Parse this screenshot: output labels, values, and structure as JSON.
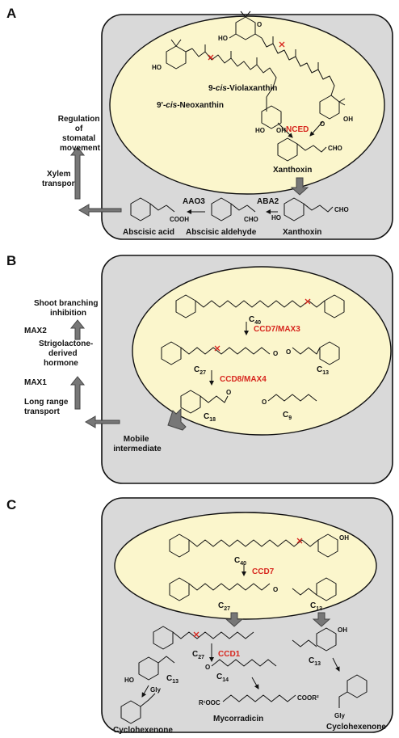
{
  "panel_a": {
    "letter": "A",
    "neoxanthin": "9'-cis-Neoxanthin",
    "neoxanthin_parts": [
      "9'-",
      "cis",
      "-Neoxanthin"
    ],
    "violaxanthin_parts": [
      "9-",
      "cis",
      "-Violaxanthin"
    ],
    "enzyme_nced": "NCED",
    "xanthoxin_in": "Xanthoxin",
    "xanthoxin_out": "Xanthoxin",
    "aba2": "ABA2",
    "aao3": "AAO3",
    "abscisic_aldehyde": "Abscisic aldehyde",
    "abscisic_acid": "Abscisic acid",
    "xylem_transport": [
      "Xylem",
      "transport"
    ],
    "regulation": [
      "Regulation",
      "of",
      "stomatal",
      "movement"
    ],
    "cho_1": "CHO",
    "cho_2": "CHO",
    "cho_3": "CHO",
    "cooh": "COOH",
    "oh_1": "OH",
    "oh_2": "OH",
    "ho_1": "HO",
    "ho_2": "HO",
    "ho_3": "HO",
    "o_1": "O",
    "o_2": "O"
  },
  "panel_b": {
    "letter": "B",
    "c40": "40",
    "c27": "27",
    "c13": "13",
    "c18": "18",
    "c9": "9",
    "c_prefix": "C",
    "ccd7_max3": "CCD7/MAX3",
    "ccd8_max4": "CCD8/MAX4",
    "mobile_intermediate": [
      "Mobile",
      "intermediate"
    ],
    "long_range": [
      "Long range",
      "transport"
    ],
    "max1": "MAX1",
    "strigolactone": [
      "Strigolactone-",
      "derived",
      "hormone"
    ],
    "max2": "MAX2",
    "shoot_branching": [
      "Shoot branching",
      "inhibition"
    ],
    "o_1": "O",
    "o_2": "O",
    "o_3": "O",
    "o_4": "O"
  },
  "panel_c": {
    "letter": "C",
    "c40": "40",
    "c27_in": "27",
    "c13_in": "13",
    "c27_out": "27",
    "c13_out": "13",
    "c14": "14",
    "c13_left": "13",
    "ccd7": "CCD7",
    "ccd1": "CCD1",
    "cyclohexenone_right": "Cyclohexenone",
    "cyclohexenone_left": "Cyclohexenone",
    "mycorradicin": "Mycorradicin",
    "r1ooc": "R¹OOC",
    "coor2": "COOR²",
    "gly": "Gly",
    "o": "O",
    "oh": "OH",
    "ho": "HO"
  }
}
